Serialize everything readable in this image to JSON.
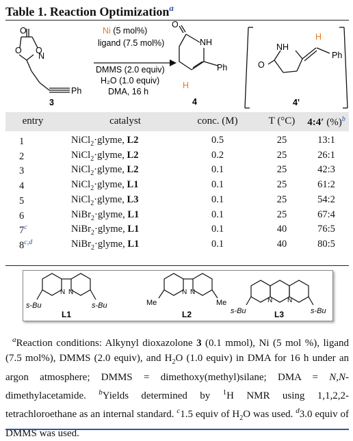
{
  "title": {
    "label": "Table 1. Reaction Optimization",
    "note_marker": "a"
  },
  "scheme": {
    "substrate_label": "3",
    "reagents": {
      "line1_metal": "Ni",
      "line1_rest": " (5 mol%)",
      "line2": "ligand (7.5 mol%)",
      "line3": "DMMS (2.0 equiv)",
      "line4": "H₂O (1.0 equiv)",
      "line5": "DMA, 16 h"
    },
    "product_label": "4",
    "byproduct_label": "4'",
    "atoms": {
      "o": "O",
      "n": "N",
      "nh": "NH",
      "h": "H",
      "ph": "Ph"
    }
  },
  "table": {
    "headers": {
      "entry": "entry",
      "catalyst": "catalyst",
      "conc": "conc. (M)",
      "temp": "T (°C)",
      "ratio": "4:4′",
      "ratio_suffix": " (%)",
      "ratio_marker": "b"
    },
    "rows": [
      {
        "entry": "1",
        "entry_marker": "",
        "cat_base": "NiCl",
        "cat_sub": "2",
        "cat_mid": "·glyme, ",
        "ligand": "L2",
        "conc": "0.5",
        "temp": "25",
        "ratio": "13:1"
      },
      {
        "entry": "2",
        "entry_marker": "",
        "cat_base": "NiCl",
        "cat_sub": "2",
        "cat_mid": "·glyme, ",
        "ligand": "L2",
        "conc": "0.2",
        "temp": "25",
        "ratio": "26:1"
      },
      {
        "entry": "3",
        "entry_marker": "",
        "cat_base": "NiCl",
        "cat_sub": "2",
        "cat_mid": "·glyme, ",
        "ligand": "L2",
        "conc": "0.1",
        "temp": "25",
        "ratio": "42:3"
      },
      {
        "entry": "4",
        "entry_marker": "",
        "cat_base": "NiCl",
        "cat_sub": "2",
        "cat_mid": "·glyme, ",
        "ligand": "L1",
        "conc": "0.1",
        "temp": "25",
        "ratio": "61:2"
      },
      {
        "entry": "5",
        "entry_marker": "",
        "cat_base": "NiCl",
        "cat_sub": "2",
        "cat_mid": "·glyme, ",
        "ligand": "L3",
        "conc": "0.1",
        "temp": "25",
        "ratio": "54:2"
      },
      {
        "entry": "6",
        "entry_marker": "",
        "cat_base": "NiBr",
        "cat_sub": "2",
        "cat_mid": "·glyme, ",
        "ligand": "L1",
        "conc": "0.1",
        "temp": "25",
        "ratio": "67:4"
      },
      {
        "entry": "7",
        "entry_marker": "c",
        "cat_base": "NiBr",
        "cat_sub": "2",
        "cat_mid": "·glyme, ",
        "ligand": "L1",
        "conc": "0.1",
        "temp": "40",
        "ratio": "76:5"
      },
      {
        "entry": "8",
        "entry_marker": "c,d",
        "cat_base": "NiBr",
        "cat_sub": "2",
        "cat_mid": "·glyme, ",
        "ligand": "L1",
        "conc": "0.1",
        "temp": "40",
        "ratio": "80:5"
      }
    ]
  },
  "ligands": {
    "l1": {
      "label": "L1",
      "sub_left": "s-Bu",
      "sub_right": "s-Bu"
    },
    "l2": {
      "label": "L2",
      "sub_left": "Me",
      "sub_right": "Me"
    },
    "l3": {
      "label": "L3",
      "sub_left": "s-Bu",
      "sub_right": "s-Bu"
    },
    "n": "N"
  },
  "footnotes": {
    "a_marker": "a",
    "a_text_1": "Reaction conditions: Alkynyl dioxazolone ",
    "a_bold": "3",
    "a_text_2": " (0.1 mmol), Ni (5 mol %), ligand (7.5 mol%), DMMS (2.0 equiv), and H",
    "a_sub": "2",
    "a_text_3": "O (1.0 equiv) in DMA for 16 h under an argon atmosphere; DMMS = dimethoxy(methyl)silane; DMA = ",
    "a_italic": "N,N",
    "a_text_4": "-dimethylacetamide. ",
    "b_marker": "b",
    "b_text_1": "Yields determined by ",
    "b_sup": "1",
    "b_text_2": "H NMR using 1,1,2,2-tetrachloroethane as an internal standard. ",
    "c_marker": "c",
    "c_text_1": "1.5 equiv of H",
    "c_sub": "2",
    "c_text_2": "O was used. ",
    "d_marker": "d",
    "d_text": "3.0 equiv of DMMS was used."
  },
  "colors": {
    "accent_blue": "#2e55a4",
    "nickel_orange": "#e87722",
    "hydrogen_orange": "#e87722",
    "header_gray": "#e6e6e6"
  }
}
